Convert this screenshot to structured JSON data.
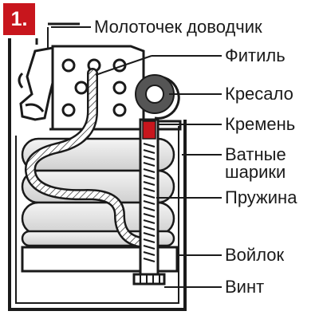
{
  "badge": "1.",
  "labels": {
    "hammer": "Молоточек доводчик",
    "wick": "Фитиль",
    "flint_wheel": "Кресало",
    "flint": "Кремень",
    "cotton_balls_line1": "Ватные",
    "cotton_balls_line2": "шарики",
    "spring": "Пружина",
    "felt": "Войлок",
    "screw": "Винт"
  },
  "colors": {
    "accent": "#c8161d",
    "ink": "#1a1a1a"
  }
}
